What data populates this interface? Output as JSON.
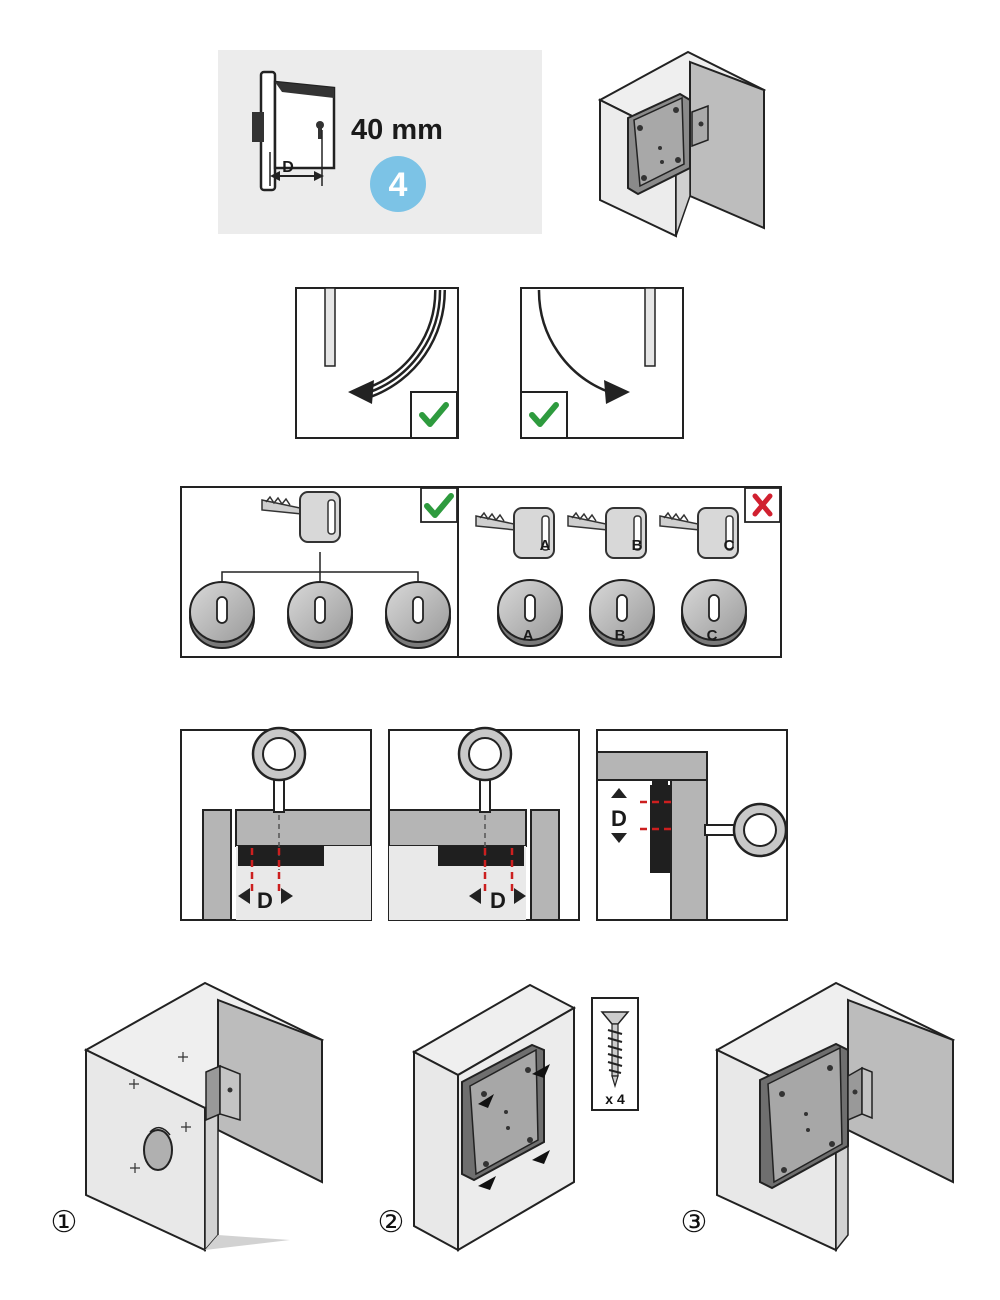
{
  "spec_panel": {
    "depth_value": "40 mm",
    "depth_symbol": "D",
    "step_number": "4"
  },
  "door_swing": {
    "left_ok": "check-icon",
    "right_ok": "check-icon"
  },
  "keying": {
    "common_key_ok": "check-icon",
    "individual_keys_wrong": "cross-icon",
    "key_labels": [
      "A",
      "B",
      "C"
    ],
    "cylinder_labels": [
      "A",
      "B",
      "C"
    ]
  },
  "backset": {
    "symbols": [
      "D",
      "D",
      "D"
    ]
  },
  "installation_steps": {
    "numbers": [
      "①",
      "②",
      "③"
    ],
    "screw_quantity": "x 4"
  },
  "colors": {
    "check": "#2e9b3e",
    "cross": "#d1202f",
    "badge": "#7cc3e6",
    "panel_bg": "#ececec",
    "guide": "#cc1f1f"
  }
}
